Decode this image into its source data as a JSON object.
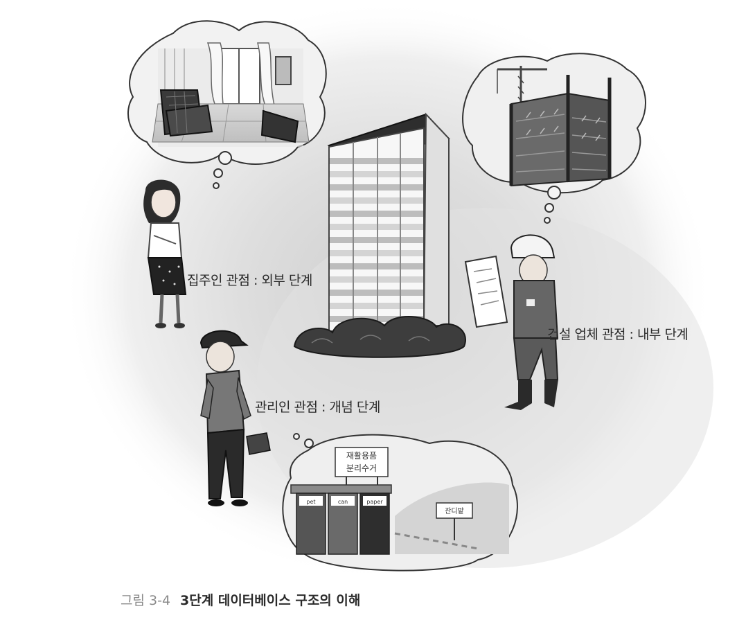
{
  "labels": {
    "owner": "집주인 관점 : 외부 단계",
    "builder": "건설 업체 관점 : 내부 단계",
    "manager": "관리인 관점 : 개념 단계"
  },
  "signs": {
    "recycle_line1": "재활용품",
    "recycle_line2": "분리수거",
    "bin1": "pet",
    "bin2": "can",
    "bin3": "paper",
    "lawn": "잔디밭"
  },
  "caption": {
    "figure": "그림 3-4",
    "title": "3단계 데이터베이스 구조의 이해"
  }
}
